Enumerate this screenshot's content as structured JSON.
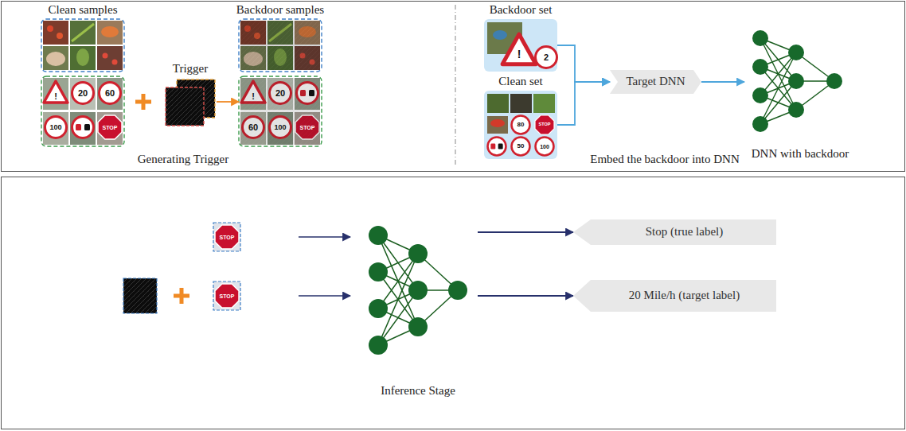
{
  "diagram": {
    "nodes": [
      {
        "text": [
          "Clean samples"
        ]
      },
      {
        "text": [
          "Trigger"
        ]
      },
      {
        "text": [
          "Backdoor samples"
        ]
      },
      {
        "text": [
          "Backdoor set"
        ]
      },
      {
        "text": [
          "Clean set"
        ]
      },
      {
        "text": [
          "Target DNN"
        ]
      },
      {
        "text": [
          "DNN with backdoor"
        ]
      },
      {
        "text": [
          "Inference Stage"
        ]
      },
      {
        "text": [
          "Stop (true label)"
        ]
      },
      {
        "text": [
          "20 Mile/h (target label)"
        ]
      }
    ],
    "edges": [
      {
        "from": 1,
        "to": 2,
        "arrow": "to"
      },
      {
        "from": 3,
        "to": 5,
        "arrow": "to"
      },
      {
        "from": 4,
        "to": 5,
        "arrow": "to"
      },
      {
        "from": 5,
        "to": 6,
        "arrow": "to"
      },
      {
        "from": 7,
        "to": 8,
        "arrow": "to"
      },
      {
        "from": 7,
        "to": 9,
        "arrow": "to"
      }
    ],
    "labels": [
      "Generating Trigger",
      "Embed the backdoor into DNN",
      "!",
      "20",
      "60",
      "100",
      "STOP",
      "!",
      "20",
      "60",
      "100",
      "STOP",
      "!",
      "2",
      "80",
      "STOP",
      "50",
      "100",
      "STOP",
      "STOP"
    ]
  }
}
